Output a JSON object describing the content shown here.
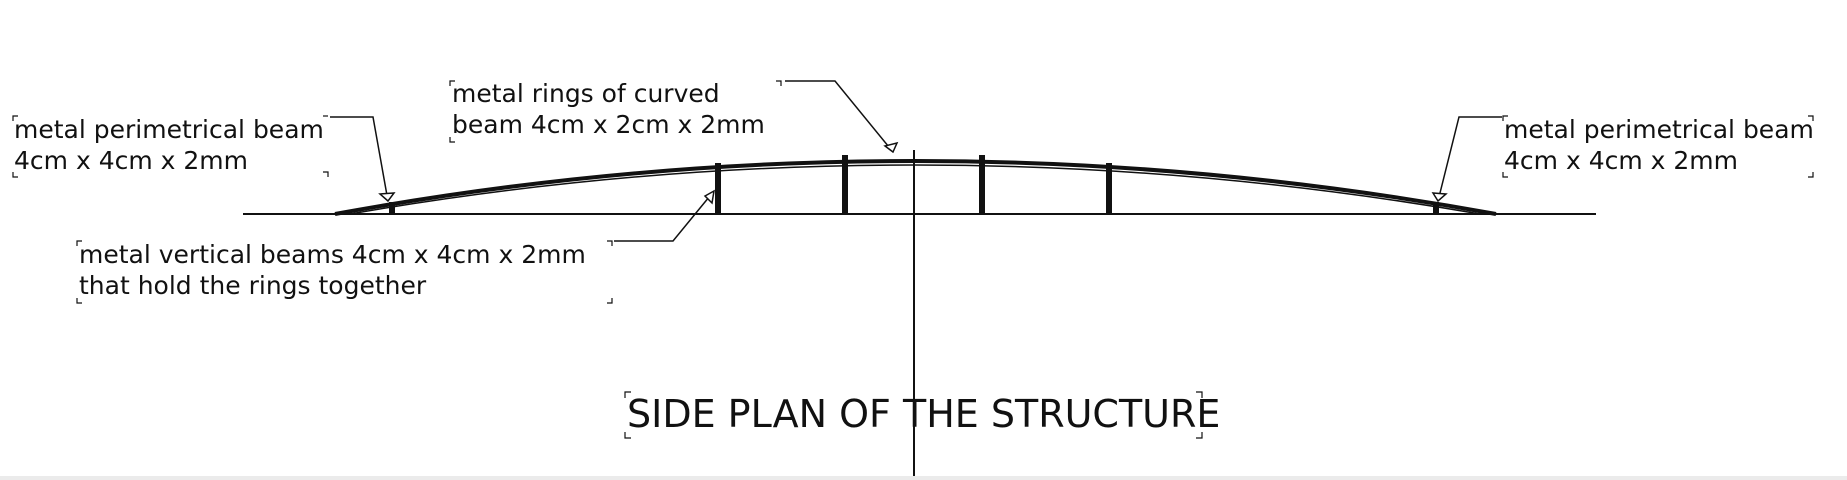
{
  "drawing": {
    "title": "SIDE PLAN OF THE STRUCTURE",
    "labels": {
      "perimetrical_left": {
        "line1": "metal perimetrical beam",
        "line2": "4cm x 4cm x 2mm"
      },
      "rings": {
        "line1": "metal rings of curved",
        "line2": "beam 4cm x 2cm x 2mm"
      },
      "perimetrical_right": {
        "line1": "metal perimetrical beam",
        "line2": "4cm x 4cm x 2mm"
      },
      "vertical_beams": {
        "line1": "metal vertical beams 4cm x 4cm x 2mm",
        "line2": "that hold the rings together"
      }
    },
    "colors": {
      "line": "#111111",
      "background": "#ffffff"
    }
  }
}
